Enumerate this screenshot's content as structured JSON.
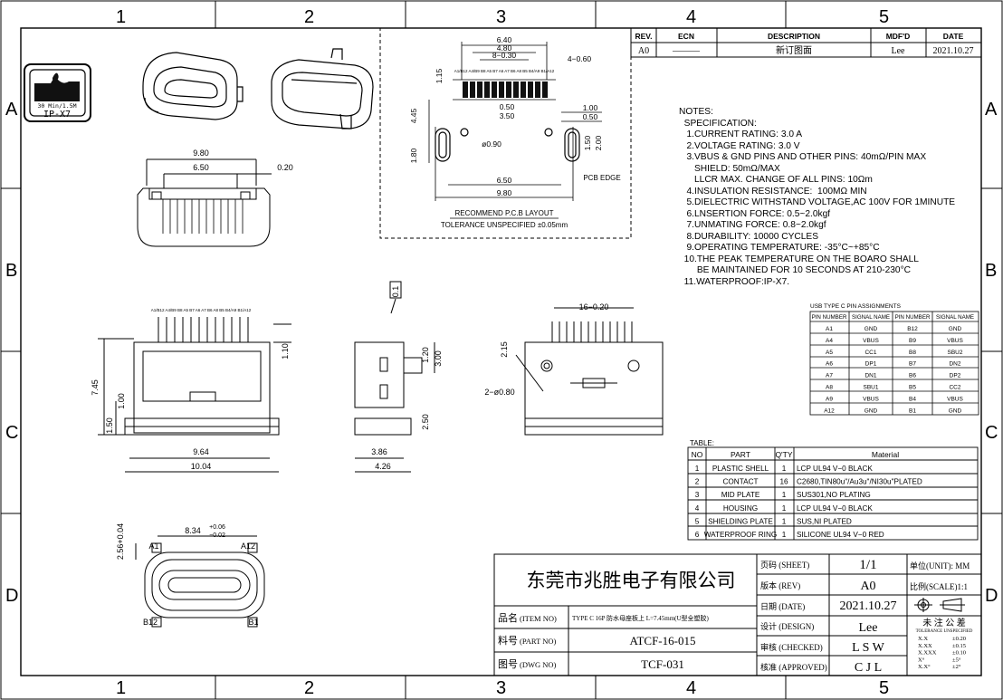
{
  "border": {
    "cols_top": [
      "1",
      "2",
      "3",
      "4",
      "5"
    ],
    "rows": [
      "A",
      "B",
      "C",
      "D"
    ]
  },
  "revision": {
    "headers": [
      "REV.",
      "ECN",
      "DESCRIPTION",
      "MDF'D",
      "DATE"
    ],
    "row": [
      "A0",
      "———",
      "新订图面",
      "Lee",
      "2021.10.27"
    ]
  },
  "badge": {
    "line1": "30 Min/1.5M",
    "line2": "IP-X7"
  },
  "pcb_layout": {
    "title": "RECOMMEND P.C.B LAYOUT",
    "tolerance": "TOLERANCE  UNSPECIFIED  ±0.05mm",
    "pcb_edge": "PCB EDGE",
    "dims": [
      "6.40",
      "4.80",
      "8−0.30",
      "4−0.60",
      "1.15",
      "4.45",
      "1.80",
      "ø0.90",
      "0.50",
      "3.50",
      "1.00",
      "0.50",
      "1.50",
      "2.00",
      "6.50",
      "9.80"
    ],
    "pin_labels": "A1/B12 A4/B9 B8 A5 B7 A6 A7 B6 A8 B5 B4/A9 B1/A12"
  },
  "top_view": {
    "dims": [
      "9.80",
      "6.50",
      "0.20"
    ]
  },
  "front_view": {
    "pin_labels": "A1/B12 A4/B9 B8 A5 B7 A6 A7 B6 A8 B5 B4/A9 B1/A12",
    "dims": [
      "7.45",
      "1.10",
      "1.00",
      "1.50",
      "9.64",
      "10.04"
    ]
  },
  "side_view": {
    "dims": [
      "0.1",
      "1.20",
      "3.00",
      "2.50",
      "3.86",
      "4.26"
    ]
  },
  "back_view": {
    "dims": [
      "16−0.20",
      "2.15",
      "2−ø0.80"
    ]
  },
  "bottom_view": {
    "dims": [
      "2.56+0.04",
      "8.34",
      "+0.06",
      "−0.02",
      "A1",
      "A12",
      "B12",
      "B1"
    ]
  },
  "notes": {
    "lines": [
      "NOTES:",
      "  SPECIFICATION:",
      "   1.CURRENT RATING: 3.0 A",
      "   2.VOLTAGE RATING: 3.0 V",
      "   3.VBUS & GND PINS AND OTHER PINS: 40mΩ/PIN MAX",
      "      SHIELD: 50mΩ/MAX",
      "      LLCR MAX. CHANGE OF ALL PINS: 10Ωm",
      "   4.INSULATION RESISTANCE:  100MΩ MIN",
      "   5.DIELECTRIC WITHSTAND VOLTAGE,AC 100V FOR 1MINUTE",
      "   6.LNSERTION FORCE: 0.5~2.0kgf",
      "   7.UNMATING FORCE: 0.8~2.0kgf",
      "   8.DURABILITY: 10000 CYCLES",
      "   9.OPERATING TEMPERATURE: -35°C~+85°C",
      "  10.THE PEAK TEMPERATURE ON THE BOARO SHALL",
      "       BE MAINTAINED FOR 10 SECONDS AT 210-230°C",
      "  11.WATERPROOF:IP-X7."
    ]
  },
  "pin_table": {
    "title": "USB TYPE C PIN ASSIGNMENTS",
    "headers": [
      "PIN NUMBER",
      "SIGNAL NAME",
      "PIN NUMBER",
      "SIGNAL NAME"
    ],
    "rows": [
      [
        "A1",
        "GND",
        "B12",
        "GND"
      ],
      [
        "A4",
        "VBUS",
        "B9",
        "VBUS"
      ],
      [
        "A5",
        "CC1",
        "B8",
        "SBU2"
      ],
      [
        "A6",
        "DP1",
        "B7",
        "DN2"
      ],
      [
        "A7",
        "DN1",
        "B6",
        "DP2"
      ],
      [
        "A8",
        "SBU1",
        "B5",
        "CC2"
      ],
      [
        "A9",
        "VBUS",
        "B4",
        "VBUS"
      ],
      [
        "A12",
        "GND",
        "B1",
        "GND"
      ]
    ]
  },
  "bom": {
    "title": "TABLE:",
    "headers": [
      "NO",
      "PART",
      "Q'TY",
      "Material"
    ],
    "rows": [
      [
        "1",
        "PLASTIC SHELL",
        "1",
        "LCP  UL94  V−0  BLACK"
      ],
      [
        "2",
        "CONTACT",
        "16",
        "C2680,TIN80u\"/Au3u\"/NI30u\"PLATED"
      ],
      [
        "3",
        "MID PLATE",
        "1",
        "SUS301,NO  PLATING"
      ],
      [
        "4",
        "HOUSING",
        "1",
        "LCP  UL94  V−0  BLACK"
      ],
      [
        "5",
        "SHIELDING PLATE",
        "1",
        "SUS,NI  PLATED"
      ],
      [
        "6",
        "WATERPROOF RING",
        "1",
        "SILICONE  UL94  V−0  RED"
      ]
    ]
  },
  "title_block": {
    "company": "东莞市兆胜电子有限公司",
    "item_label": "品名",
    "item_label_en": "(ITEM NO)",
    "item_value": "TYPE C 16P 防水母座板上 L=7.45mm(U型全塑胶)",
    "part_label": "料号",
    "part_label_en": "(PART NO)",
    "part_value": "ATCF-16-015",
    "dwg_label": "图号",
    "dwg_label_en": "(DWG NO)",
    "dwg_value": "TCF-031",
    "sheet_label": "页码 (SHEET)",
    "sheet_value": "1/1",
    "rev_label": "版本 (REV)",
    "rev_value": "A0",
    "date_label": "日期 (DATE)",
    "date_value": "2021.10.27",
    "design_label": "设计 (DESIGN)",
    "design_value": "Lee",
    "checked_label": "审核 (CHECKED)",
    "checked_value": "L S W",
    "approved_label": "核准 (APPROVED)",
    "approved_value": "C J L",
    "unit_label": "单位(UNIT): MM",
    "scale_label": "比例(SCALE)1:1",
    "tol_title": "未 注 公 差",
    "tol_sub": "TOLERANCE UNSPECIFIED",
    "tol_rows": [
      [
        "X.X",
        "±0.20"
      ],
      [
        "X.XX",
        "±0.15"
      ],
      [
        "X.XXX",
        "±0.10"
      ],
      [
        "X°",
        "±5°"
      ],
      [
        "X.X°",
        "±2°"
      ]
    ]
  }
}
